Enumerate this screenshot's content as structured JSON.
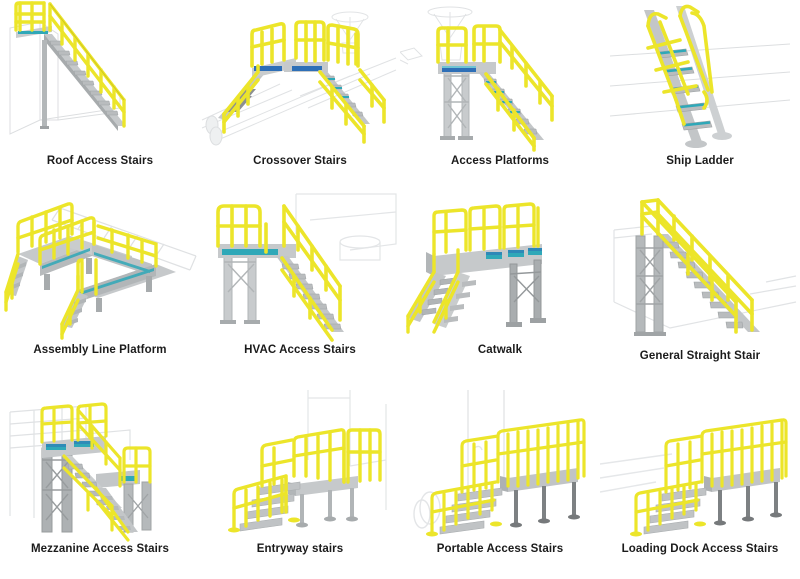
{
  "page": {
    "background_color": "#ffffff",
    "text_color": "#1b1b1b",
    "columns": 4,
    "rows": 3
  },
  "palette": {
    "safety_yellow": "#ece52a",
    "yellow_shade": "#cfc61f",
    "yellow_light": "#f6f06a",
    "steel_gray": "#b9bcbe",
    "steel_gray_dark": "#8f9396",
    "steel_gray_light": "#d5d8da",
    "tread_gray": "#a8acae",
    "teal_accent": "#2fa8b8",
    "blue_accent": "#2e6fb7",
    "ghost_line": "#dcdee0",
    "shadow": "#eceef0"
  },
  "items": [
    {
      "id": "roof-access-stairs",
      "label": "Roof Access Stairs",
      "art": "roof"
    },
    {
      "id": "crossover-stairs",
      "label": "Crossover Stairs",
      "art": "crossover"
    },
    {
      "id": "access-platforms",
      "label": "Access Platforms",
      "art": "platform"
    },
    {
      "id": "ship-ladder",
      "label": "Ship Ladder",
      "art": "ship"
    },
    {
      "id": "assembly-line-platform",
      "label": "Assembly Line Platform",
      "art": "assembly"
    },
    {
      "id": "hvac-access-stairs",
      "label": "HVAC Access Stairs",
      "art": "hvac"
    },
    {
      "id": "catwalk",
      "label": "Catwalk",
      "art": "catwalk"
    },
    {
      "id": "general-straight-stair",
      "label": "General Straight Stair",
      "art": "straight"
    },
    {
      "id": "mezzanine-access-stairs",
      "label": "Mezzanine Access Stairs",
      "art": "mezzanine"
    },
    {
      "id": "entryway-stairs",
      "label": "Entryway stairs",
      "art": "entryway"
    },
    {
      "id": "portable-access-stairs",
      "label": "Portable Access Stairs",
      "art": "portable"
    },
    {
      "id": "loading-dock-access-stairs",
      "label": "Loading Dock Access Stairs",
      "art": "dock"
    }
  ]
}
